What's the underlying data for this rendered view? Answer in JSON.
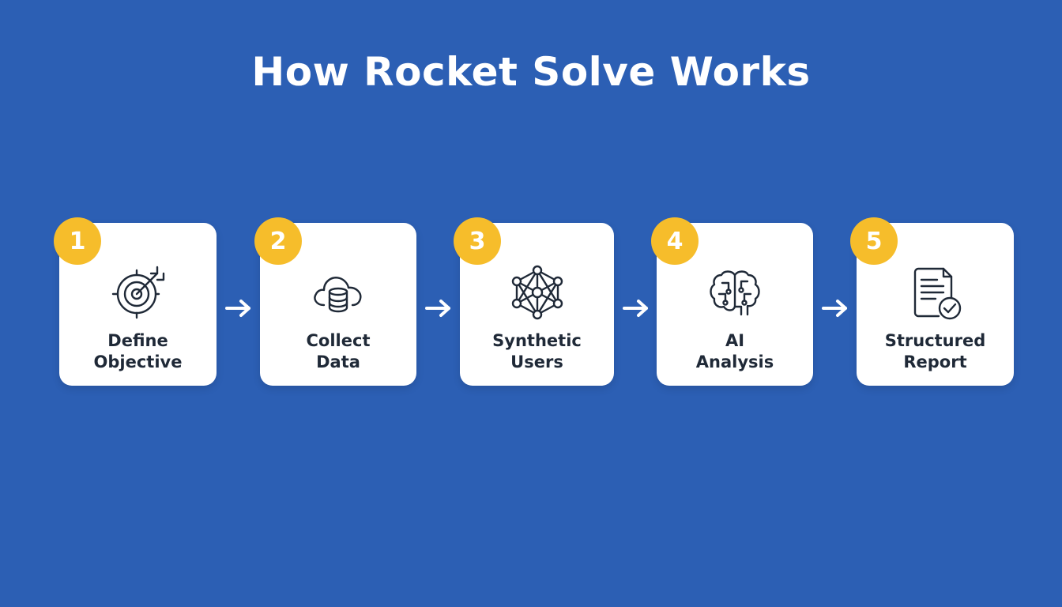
{
  "title": "How Rocket Solve Works",
  "colors": {
    "background": "#2c5fb4",
    "card": "#ffffff",
    "badge": "#f6bd2b",
    "text": "#1f2937"
  },
  "steps": [
    {
      "number": "1",
      "line1": "Define",
      "line2": "Objective",
      "icon": "target-icon"
    },
    {
      "number": "2",
      "line1": "Collect",
      "line2": "Data",
      "icon": "cloud-database-icon"
    },
    {
      "number": "3",
      "line1": "Synthetic",
      "line2": "Users",
      "icon": "network-icon"
    },
    {
      "number": "4",
      "line1": "AI",
      "line2": "Analysis",
      "icon": "brain-icon"
    },
    {
      "number": "5",
      "line1": "Structured",
      "line2": "Report",
      "icon": "report-check-icon"
    }
  ]
}
